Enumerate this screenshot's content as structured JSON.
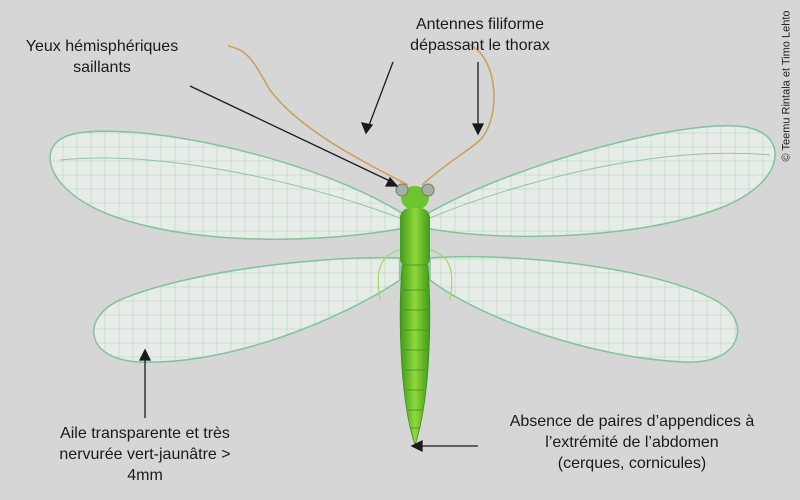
{
  "labels": {
    "eyes": [
      "Yeux hémisphériques",
      "saillants"
    ],
    "antennae": [
      "Antennes filiforme",
      "dépassant le thorax"
    ],
    "wing": [
      "Aile transparente et très",
      "nervurée vert-jaunâtre >",
      "4mm"
    ],
    "abdomen": [
      "Absence de paires d’appendices à",
      "l’extrémité de l’abdomen",
      "(cerques, cornicules)"
    ]
  },
  "credit": "© Teemu Rintala et Timo Lehto",
  "colors": {
    "background": "#d6d6d6",
    "body_green": "#5fbf2a",
    "wing_vein": "#8fc7a0",
    "antenna": "#c9a25a",
    "arrow": "#1a1a1a"
  }
}
